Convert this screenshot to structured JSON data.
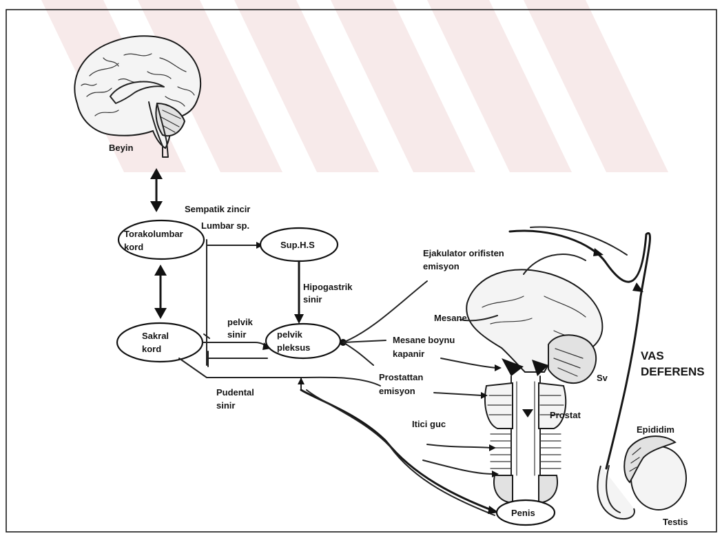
{
  "nodes": {
    "beyin": "Beyin",
    "torakolumbar_1": "Torakolumbar",
    "torakolumbar_2": "kord",
    "suphs": "Sup.H.S",
    "sakral_1": "Sakral",
    "sakral_2": "kord",
    "pelvik_pleksus_1": "pelvik",
    "pelvik_pleksus_2": "pleksus",
    "penis": "Penis"
  },
  "labels": {
    "sempatik_zincir": "Sempatik zincir",
    "lumbar_sp": "Lumbar sp.",
    "hipogastrik_1": "Hipogastrik",
    "hipogastrik_2": "sinir",
    "pelvik_sinir_1": "pelvik",
    "pelvik_sinir_2": "sinir",
    "pudental_1": "Pudental",
    "pudental_2": "sinir",
    "ejakulator_1": "Ejakulator orifisten",
    "ejakulator_2": "emisyon",
    "mesane": "Mesane",
    "mesane_boynu_1": "Mesane boynu",
    "mesane_boynu_2": "kapanir",
    "prostattan_1": "Prostattan",
    "prostattan_2": "emisyon",
    "itici_guc": "Itici guc",
    "prostat": "Prostat",
    "sv": "Sv",
    "vas_1": "VAS",
    "vas_2": "DEFERENS",
    "epididim": "Epididim",
    "testis": "Testis"
  }
}
